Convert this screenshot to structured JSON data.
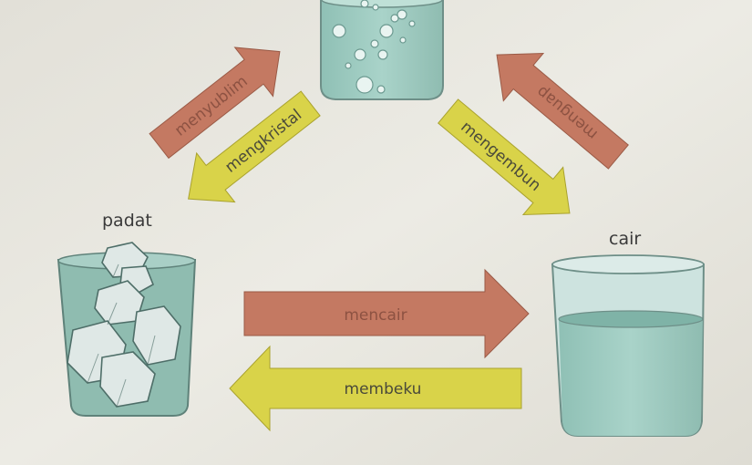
{
  "states": {
    "solid": "padat",
    "liquid": "cair",
    "gas": ""
  },
  "processes": {
    "melting": "mencair",
    "freezing": "membeku",
    "sublimation": "menyublim",
    "deposition": "mengkristal",
    "evaporation": "menguap",
    "condensation": "mengembun"
  },
  "colors": {
    "background": "#e9e7df",
    "brown_arrow": "#c47962",
    "yellow_arrow": "#d9d349",
    "beaker_water": "#9fcabf",
    "beaker_outline": "#6e8f88",
    "ice": "#dfe8e6"
  }
}
